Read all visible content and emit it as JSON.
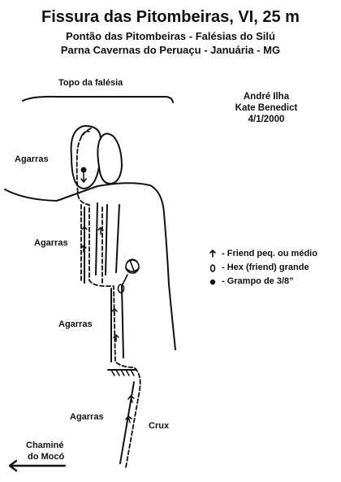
{
  "header": {
    "title": "Fissura das Pitombeiras, VI, 25 m",
    "subtitle_1": "Pontão das Pitombeiras - Falésias do Silú",
    "subtitle_2": "Parna Cavernas do Peruaçu - Januária - MG"
  },
  "authors": {
    "name_1": "André Ilha",
    "name_2": "Kate Benedict",
    "date": "4/1/2000"
  },
  "labels": {
    "cliff_top": "Topo da falésia",
    "holds_1": "Agarras",
    "holds_2": "Agarras",
    "holds_3": "Agarras",
    "holds_4": "Agarras",
    "crux": "Crux",
    "exit_line1": "Chaminé",
    "exit_line2": "do Mocó"
  },
  "legend": {
    "friend_small": "- Friend peq. ou médio",
    "hex_large": "- Hex (friend) grande",
    "bolt": "- Grampo de 3/8”"
  }
}
